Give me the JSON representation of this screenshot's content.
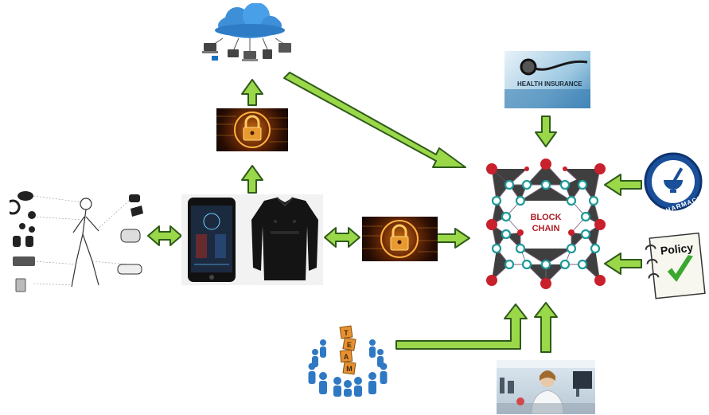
{
  "blockchain": {
    "line1": "BLOCK",
    "line2": "CHAIN"
  },
  "insurance": {
    "label": "HEALTH INSURANCE"
  },
  "pharmacy": {
    "label": "PHARMACY"
  },
  "policy": {
    "label": "Policy"
  },
  "team": {
    "letters": [
      "T",
      "E",
      "A",
      "M"
    ]
  },
  "colors": {
    "arrow_fill": "#9ad84a",
    "arrow_stroke": "#2f5a1a",
    "node_red": "#c8202c",
    "node_teal": "#1c9a9a",
    "cloud": "#3d8fd8"
  }
}
